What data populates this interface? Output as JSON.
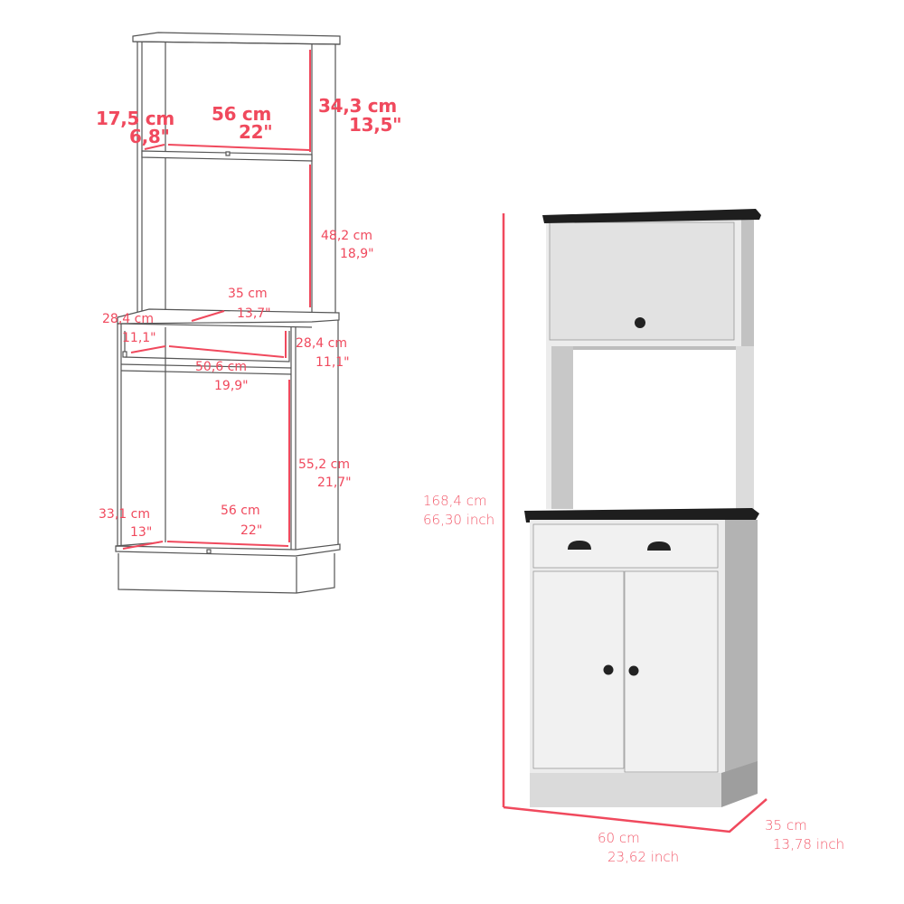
{
  "title": "Kitchen pantry cabinet with microwave shelf — dimension diagram",
  "colors": {
    "dimension_line": "#f0495d",
    "outline": "#555555",
    "cabinet_body": "#e6e6e6",
    "cabinet_side": "#bdbdbd",
    "top_black": "#1e1e1e",
    "hardware": "#1e1e1e"
  },
  "line_drawing": {
    "top_compartment": {
      "depth_cm": "17,5 cm",
      "depth_in": "6,8\"",
      "width_cm": "56 cm",
      "width_in": "22\"",
      "height_cm": "34,3 cm",
      "height_in": "13,5\""
    },
    "middle_open_shelf": {
      "height_cm": "48,2 cm",
      "height_in": "18,9\"",
      "depth_cm": "35 cm",
      "depth_in": "13,7\""
    },
    "drawer": {
      "depth_cm": "28,4 cm",
      "depth_in": "11,1\"",
      "height_cm": "28,4 cm",
      "height_in": "11,1\"",
      "width_cm": "50,6 cm",
      "width_in": "19,9\""
    },
    "lower_cabinet": {
      "height_cm": "55,2 cm",
      "height_in": "21,7\"",
      "depth_cm": "33,1 cm",
      "depth_in": "13\"",
      "width_cm": "56 cm",
      "width_in": "22\""
    }
  },
  "product_render": {
    "overall_height_cm": "168,4 cm",
    "overall_height_in": "66,30 inch",
    "width_cm": "60 cm",
    "width_in": "23,62 inch",
    "depth_cm": "35 cm",
    "depth_in": "13,78 inch",
    "upper_door_knobs": 1,
    "drawer_pulls": 2,
    "lower_door_knobs": 2
  }
}
